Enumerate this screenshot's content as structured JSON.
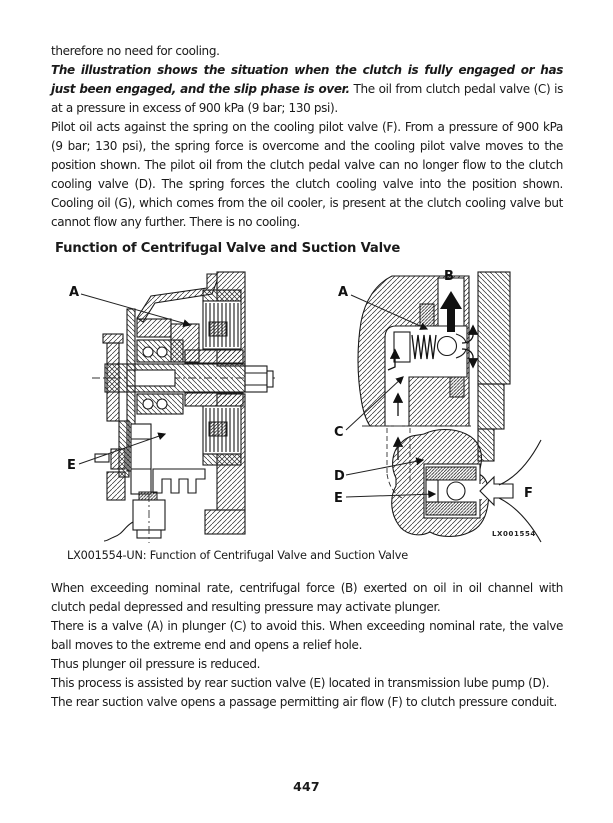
{
  "page": {
    "number": "447"
  },
  "intro": {
    "p1": "therefore no need for cooling.",
    "p2_lead": "The illustration shows the situation when the clutch is fully engaged or has just been engaged, and the slip phase is over.",
    "p2_rest": "The oil from clutch pedal valve (C) is at a pressure in excess of 900 kPa (9 bar; 130 psi).",
    "p3": "Pilot oil acts against the spring on the cooling pilot valve (F). From a pressure of 900 kPa (9 bar; 130 psi), the spring force is overcome and the cooling pilot valve moves to the position shown. The pilot oil from the clutch pedal valve can no longer flow to the clutch cooling valve (D). The spring forces the clutch cooling valve into the position shown. Cooling oil (G), which comes from the oil cooler, is present at the clutch cooling valve but cannot flow any further. There is no cooling."
  },
  "section": {
    "heading": "Function of Centrifugal Valve and Suction Valve"
  },
  "figure": {
    "caption": "LX001554-UN: Function of Centrifugal Valve and Suction Valve",
    "image_tag": "LX001554",
    "left_labels": {
      "a": "A",
      "e": "E"
    },
    "right_labels": {
      "a": "A",
      "b": "B",
      "c": "C",
      "d": "D",
      "e": "E",
      "f": "F"
    }
  },
  "body": {
    "paragraphs": [
      "When exceeding nominal rate, centrifugal force (B) exerted on oil in oil channel with clutch pedal depressed and resulting pressure may activate plunger.",
      "There is a valve (A) in plunger (C) to avoid this. When exceeding nominal rate, the valve ball moves to the extreme end and opens a relief hole.",
      "Thus plunger oil pressure is reduced.",
      "This process is assisted by rear suction valve (E) located in transmission lube pump (D).",
      "The rear suction valve opens a passage permitting air flow (F) to clutch pressure conduit."
    ]
  }
}
